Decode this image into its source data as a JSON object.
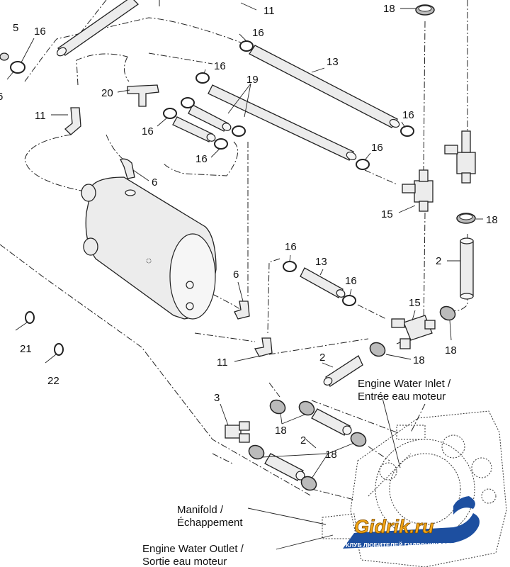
{
  "part_numbers": {
    "p11_top": "11",
    "p18_top": "18",
    "p5": "5",
    "p16_left": "16",
    "p6_left": "6",
    "p16_a": "16",
    "p13_top": "13",
    "p16_b": "16",
    "p19": "19",
    "p20": "20",
    "p11_left": "11",
    "p16_c": "16",
    "p16_d": "16",
    "p16_e": "16",
    "p16_f": "16",
    "p6_tank": "6",
    "p15_top": "15",
    "p18_right": "18",
    "p2_right": "2",
    "p16_g": "16",
    "p13_mid": "13",
    "p16_h": "16",
    "p6_mid": "6",
    "p15_mid": "15",
    "p18_mid": "18",
    "p18_mid2": "18",
    "p21": "21",
    "p22": "22",
    "p11_bottom": "11",
    "p2_mid": "2",
    "p3": "3",
    "p18_low": "18",
    "p2_low": "2",
    "p18_low2": "18"
  },
  "captions": {
    "engine_inlet_en": "Engine Water Inlet /",
    "engine_inlet_fr": "Entrée eau moteur",
    "manifold_en": "Manifold /",
    "manifold_fr": "Échappement",
    "engine_outlet_en": "Engine Water Outlet /",
    "engine_outlet_fr": "Sortie eau moteur"
  },
  "watermark": {
    "brand": "Gidrik.ru",
    "tagline": "КЛУБ ЛЮБИТЕЛЕЙ ГИДРОЦИКЛОВ",
    "accent": "#f2a516",
    "blue": "#1d4fa0"
  }
}
